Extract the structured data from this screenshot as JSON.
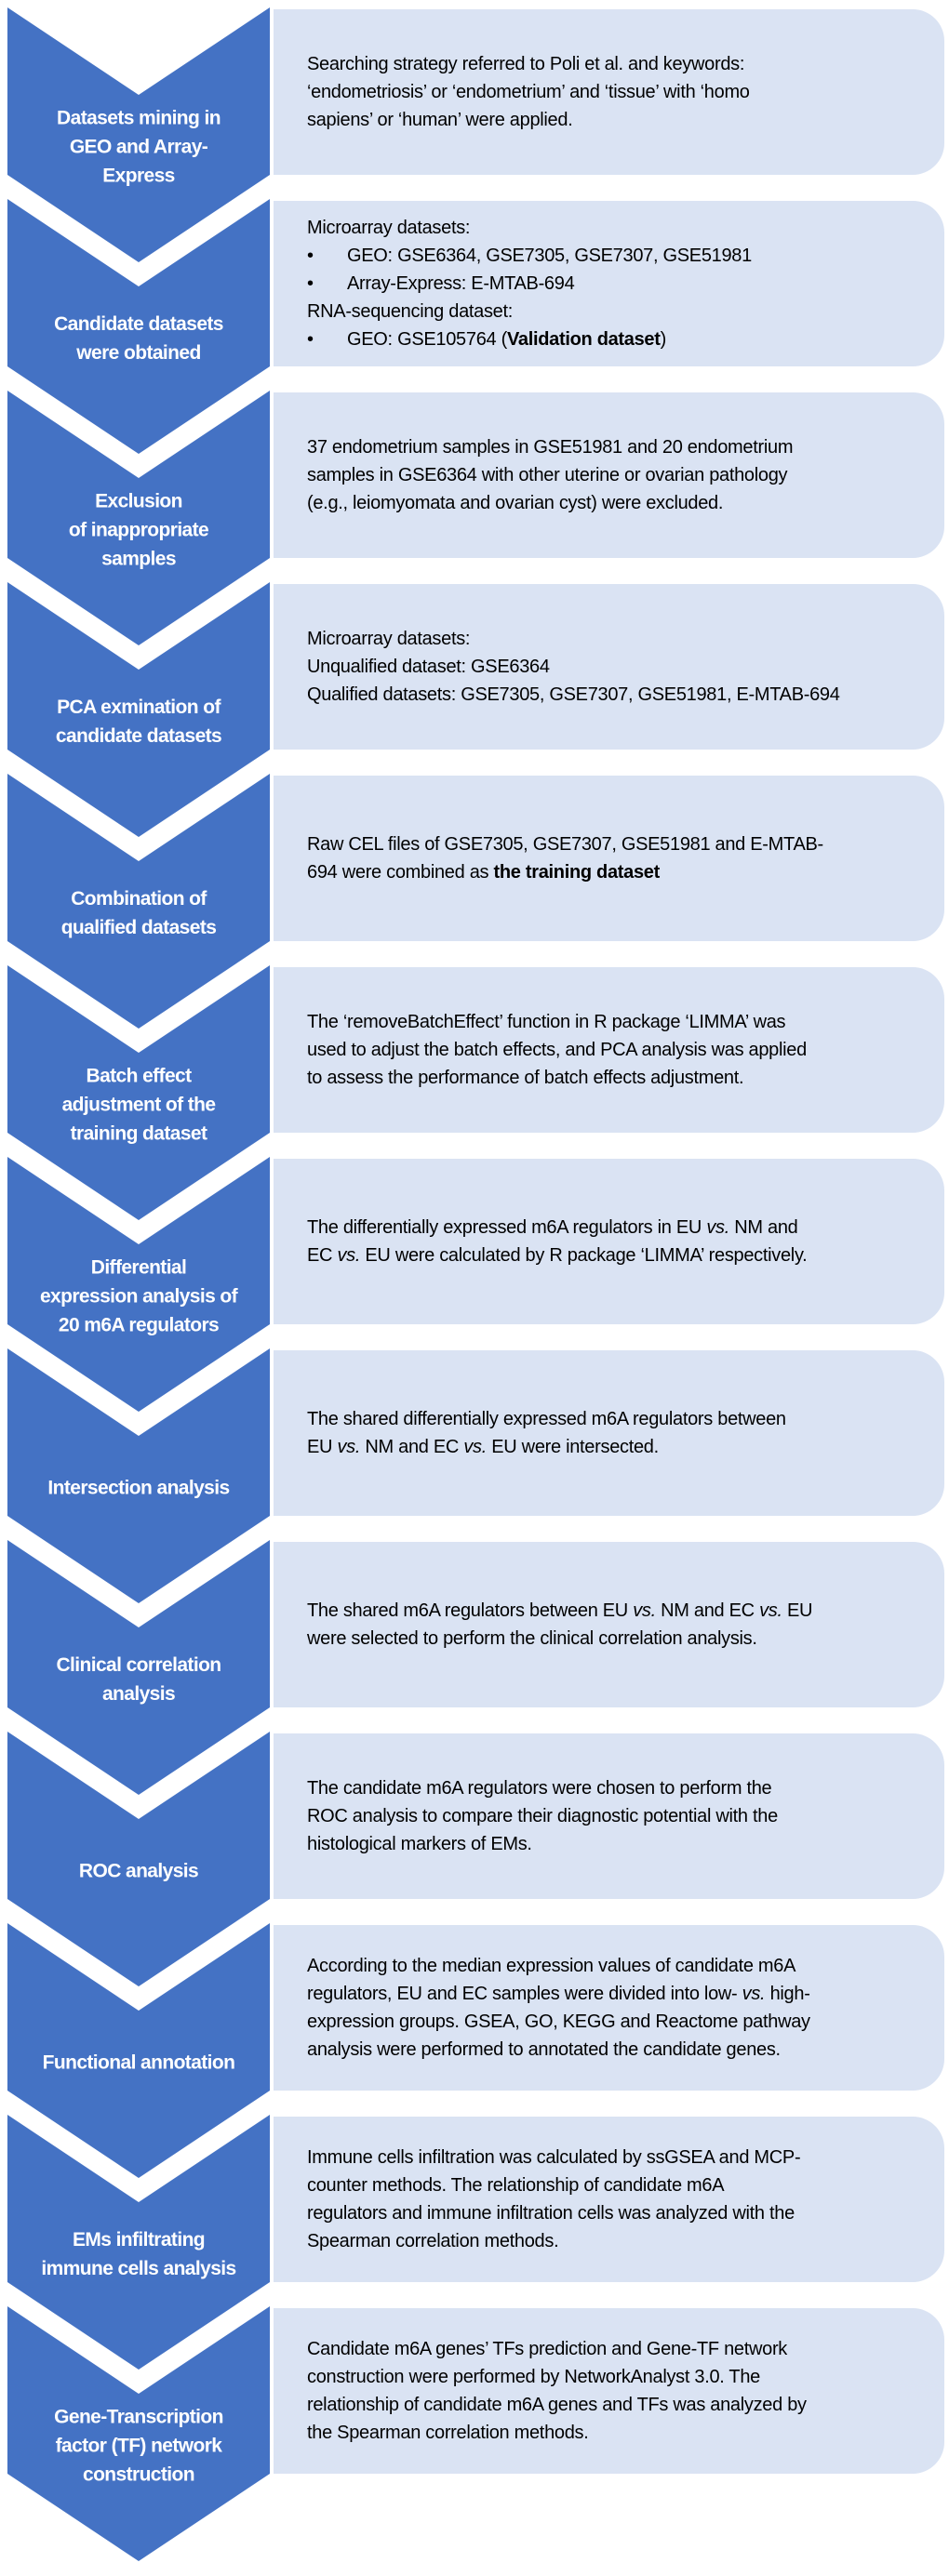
{
  "colors": {
    "chevron": "#4472c4",
    "box": "#dae3f3",
    "label_text": "#ffffff"
  },
  "steps": [
    {
      "label": [
        "Datasets mining in",
        "GEO and Array-",
        "Express"
      ],
      "text": [
        [
          {
            "t": "Searching strategy referred to Poli et al.  and keywords:"
          }
        ],
        [
          {
            "t": "‘endometriosis’ or ‘endometrium’ and ‘tissue’ with ‘homo"
          }
        ],
        [
          {
            "t": "sapiens’ or ‘human’ were applied."
          }
        ]
      ]
    },
    {
      "label": [
        "Candidate datasets",
        "were obtained"
      ],
      "text": [
        [
          {
            "t": "Microarray datasets:"
          }
        ],
        [
          {
            "t": "•",
            "s": "bullet"
          },
          {
            "t": "GEO: GSE6364, GSE7305, GSE7307, GSE51981"
          }
        ],
        [
          {
            "t": "•",
            "s": "bullet"
          },
          {
            "t": "Array-Express: E-MTAB-694"
          }
        ],
        [
          {
            "t": "RNA-sequencing dataset:"
          }
        ],
        [
          {
            "t": "•",
            "s": "bullet"
          },
          {
            "t": "GEO: GSE105764 ("
          },
          {
            "t": "Validation dataset",
            "s": "b"
          },
          {
            "t": ")"
          }
        ]
      ]
    },
    {
      "label": [
        "Exclusion",
        "of inappropriate",
        "samples"
      ],
      "text": [
        [
          {
            "t": "37 endometrium samples in GSE51981 and 20 endometrium"
          }
        ],
        [
          {
            "t": "samples in GSE6364 with other uterine or ovarian pathology"
          }
        ],
        [
          {
            "t": "(e.g., leiomyomata and ovarian cyst) were excluded."
          }
        ]
      ]
    },
    {
      "label": [
        "PCA exmination of",
        "candidate datasets"
      ],
      "text": [
        [
          {
            "t": "Microarray datasets:"
          }
        ],
        [
          {
            "t": "Unqualified dataset: GSE6364"
          }
        ],
        [
          {
            "t": "Qualified datasets: GSE7305, GSE7307, GSE51981, E-MTAB-694"
          }
        ]
      ]
    },
    {
      "label": [
        "Combination of",
        "qualified datasets"
      ],
      "text": [
        [
          {
            "t": "Raw CEL files of GSE7305, GSE7307, GSE51981 and E-MTAB-"
          }
        ],
        [
          {
            "t": "694 were combined as "
          },
          {
            "t": "the training dataset",
            "s": "b"
          }
        ]
      ]
    },
    {
      "label": [
        "Batch effect",
        "adjustment of the",
        "training dataset"
      ],
      "text": [
        [
          {
            "t": " The ‘removeBatchEffect’ function in R package ‘LIMMA’ was"
          }
        ],
        [
          {
            "t": "used to adjust the batch effects, and PCA analysis was applied"
          }
        ],
        [
          {
            "t": "to assess the performance of batch effects adjustment."
          }
        ]
      ]
    },
    {
      "label": [
        "Differential",
        "expression analysis of",
        "20 m6A regulators"
      ],
      "text": [
        [
          {
            "t": "The differentially expressed m6A regulators in EU "
          },
          {
            "t": "vs.",
            "s": "i"
          },
          {
            "t": " NM and"
          }
        ],
        [
          {
            "t": "EC "
          },
          {
            "t": "vs.",
            "s": "i"
          },
          {
            "t": " EU were calculated by R package ‘LIMMA’ respectively."
          }
        ]
      ]
    },
    {
      "label": [
        "Intersection analysis"
      ],
      "text": [
        [
          {
            "t": "The shared differentially expressed m6A regulators between"
          }
        ],
        [
          {
            "t": "EU "
          },
          {
            "t": "vs.",
            "s": "i"
          },
          {
            "t": " NM and EC "
          },
          {
            "t": "vs.",
            "s": "i"
          },
          {
            "t": " EU were intersected."
          }
        ]
      ]
    },
    {
      "label": [
        "Clinical correlation",
        "analysis"
      ],
      "text": [
        [
          {
            "t": "The shared m6A regulators between EU "
          },
          {
            "t": "vs.",
            "s": "i"
          },
          {
            "t": " NM and EC "
          },
          {
            "t": "vs.",
            "s": "i"
          },
          {
            "t": " EU"
          }
        ],
        [
          {
            "t": "were selected to perform the clinical correlation analysis."
          }
        ]
      ]
    },
    {
      "label": [
        "ROC analysis"
      ],
      "text": [
        [
          {
            "t": "The candidate m6A regulators were chosen to perform the"
          }
        ],
        [
          {
            "t": "ROC analysis to compare their diagnostic potential with the"
          }
        ],
        [
          {
            "t": "histological markers of EMs."
          }
        ]
      ]
    },
    {
      "label": [
        "Functional annotation"
      ],
      "text": [
        [
          {
            "t": "According to the median expression values of candidate m6A"
          }
        ],
        [
          {
            "t": "regulators, EU and EC samples were divided into low- "
          },
          {
            "t": "vs.",
            "s": "i"
          },
          {
            "t": " high-"
          }
        ],
        [
          {
            "t": "expression groups. GSEA, GO, KEGG and Reactome pathway"
          }
        ],
        [
          {
            "t": "analysis were performed to annotated the candidate genes."
          }
        ]
      ]
    },
    {
      "label": [
        "EMs infiltrating",
        "immune cells analysis"
      ],
      "text": [
        [
          {
            "t": "Immune cells infiltration was calculated by ssGSEA and MCP-"
          }
        ],
        [
          {
            "t": "counter methods. The relationship of candidate m6A"
          }
        ],
        [
          {
            "t": "regulators and immune infiltration cells was analyzed with the"
          }
        ],
        [
          {
            "t": "Spearman correlation methods."
          }
        ]
      ]
    },
    {
      "label": [
        "Gene-Transcription",
        "factor (TF) network",
        "construction"
      ],
      "text": [
        [
          {
            "t": "Candidate m6A genes’ TFs prediction and Gene-TF network"
          }
        ],
        [
          {
            "t": "construction were performed by NetworkAnalyst 3.0. The"
          }
        ],
        [
          {
            "t": "relationship of candidate m6A genes and TFs was analyzed by"
          }
        ],
        [
          {
            "t": "the Spearman correlation methods."
          }
        ]
      ]
    }
  ]
}
